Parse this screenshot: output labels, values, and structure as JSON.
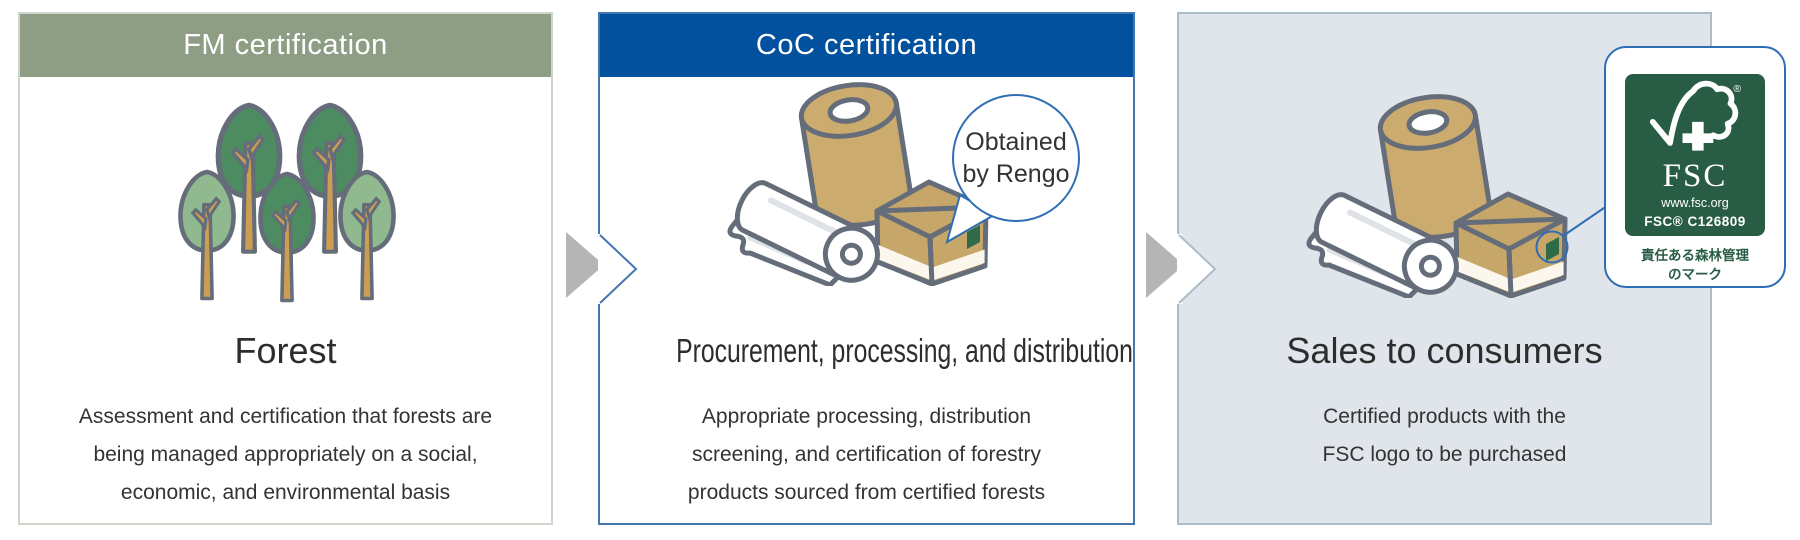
{
  "panels": [
    {
      "header": "FM certification",
      "title": "Forest",
      "body_lines": [
        "Assessment and certification that forests are",
        "being managed appropriately on a social,",
        "economic, and environmental basis"
      ],
      "illustration": "forest-trees-icon"
    },
    {
      "header": "CoC certification",
      "title": "Procurement, processing, and distribution",
      "body_lines": [
        "Appropriate processing, distribution",
        "screening, and certification of forestry",
        "products sourced from certified forests"
      ],
      "bubble_line1": "Obtained",
      "bubble_line2": "by Rengo",
      "illustration": "paper-products-icon"
    },
    {
      "header": "",
      "title": "Sales to consumers",
      "body_lines": [
        "Certified products with the",
        "FSC logo to be purchased"
      ],
      "illustration": "paper-products-icon"
    }
  ],
  "badge": {
    "acronym": "FSC",
    "url": "www.fsc.org",
    "license": "FSC® C126809",
    "caption_line1": "責任ある森林管理",
    "caption_line2": "のマーク",
    "registered_symbol": "®"
  },
  "colors": {
    "fm_header_bg": "#8E9E85",
    "coc_header_bg": "#01519E",
    "panel3_bg": "#DFE5EA",
    "arrow_gray": "#B5B5B5",
    "callout_blue": "#2E6EB3",
    "fsc_green": "#285C44",
    "tree_dark_green": "#4C8C60",
    "tree_light_green": "#90B98F",
    "kraft_tan": "#CCAB6E",
    "outline_slate": "#646D79"
  }
}
